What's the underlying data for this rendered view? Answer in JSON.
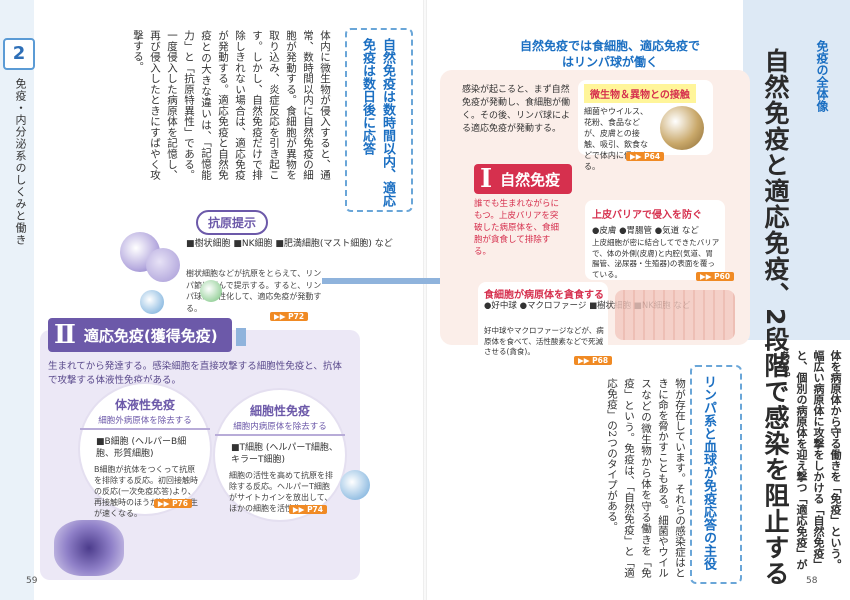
{
  "left": {
    "chapter_num": "2",
    "chapter_title": "免疫・内分泌系のしくみと働き",
    "page_number": "59",
    "body_text": "体内に微生物が侵入すると、通常、数時間以内に自然免疫の細胞が発動する。食細胞が異物を取り込み、炎症反応を引き起こす。しかし、自然免疫だけで排除しきれない場合は、適応免疫が発動する。適応免疫と自然免疫との大きな違いは、「記憶能力」と「抗原特異性」である。一度侵入した病原体を記憶し、再び侵入したときにすばやく攻撃する。",
    "callout_title": "自然免疫は数時間以内、適応免疫は数日後に応答",
    "antigen": {
      "title": "抗原提示",
      "cells": "■樹状細胞 ■NK細胞 ■肥満細胞(マスト細胞) など",
      "desc": "樹状細胞などが抗原をとらえて、リンパ節に運んで提示する。すると、リンパ球が活性化して、適応免疫が発動する。",
      "ref": "P72"
    },
    "adaptive": {
      "label": "適応免疫(獲得免疫)",
      "roman": "Ⅱ",
      "desc": "生まれてから発達する。感染細胞を直接攻撃する細胞性免疫と、抗体で攻撃する体液性免疫がある。",
      "humoral": {
        "title": "体液性免疫",
        "sub": "細胞外病原体を除去する",
        "cells": "■B細胞 (ヘルパーB細胞、形質細胞)",
        "desc": "B細胞が抗体をつくって抗原を排除する反応。初回接触時の反応(一次免疫応答)より、再接触時のほうが抗体の産生が速くなる。",
        "ref": "P76"
      },
      "cellular": {
        "title": "細胞性免疫",
        "sub": "細胞内病原体を除去する",
        "cells": "■T細胞 (ヘルパーT細胞、キラーT細胞)",
        "desc": "細胞の活性を高めて抗原を排除する反応。ヘルパーT細胞がサイトカインを放出して、ほかの細胞を活性化する。",
        "ref": "P74"
      }
    }
  },
  "right": {
    "page_number": "58",
    "subtitle": "免疫の全体像",
    "main_title": "自然免疫と適応免疫、2段階で感染を阻止する",
    "intro": "体を病原体から守る働きを「免疫」という。幅広い病原体に攻撃をしかける「自然免疫」と、個別の病原体を迎え撃つ「適応免疫」がある。",
    "body_text": "私たちが生きている環境には、多くの微生物が存在しています。それらの感染症はときに命を脅かすこともある。細菌やウイルスなどの微生物から体を守る働きを「免疫」という。免疫は、「自然免疫」と「適応免疫」の2つのタイプがある。",
    "callout_title": "リンパ系と血球が免疫応答の主役",
    "cause": {
      "top_label": "自然免疫では食細胞、適応免疫ではリンパ球が働く",
      "lead": "感染が起こると、まず自然免疫が発動し、食細胞が働く。その後、リンパ球による適応免疫が発動する。",
      "contact_title": "微生物＆異物との接触",
      "contact_desc": "細菌やウイルス、花粉、食品などが、皮膚との接触、吸引、飲食などで体内に侵入する。",
      "contact_ref": "P64"
    },
    "innate": {
      "roman": "Ⅰ",
      "label": "自然免疫",
      "desc": "誰でも生まれながらにもつ。上皮バリアを突破した病原体を、食細胞が貪食して排除する。",
      "barrier_title": "上皮バリアで侵入を防ぐ",
      "barrier_items": "●皮膚 ●胃腸管 ●気道 など",
      "barrier_desc": "上皮細胞が密に結合してできたバリアで、体の外側(皮膚)と内腔(気道、胃腸管、泌尿器・生殖器)の表面を覆っている。",
      "barrier_ref": "P60",
      "phago_title": "食細胞が病原体を貪食する",
      "phago_items": "●好中球 ●マクロファージ ■樹状細胞 ■NK細胞 など",
      "phago_desc": "好中球やマクロファージなどが、病原体を食べて、活性酸素などで死滅させる(貪食)。",
      "phago_ref": "P68"
    }
  },
  "colors": {
    "blue": "#1b6fc2",
    "purple": "#6c59a9",
    "red": "#d6304e",
    "orange": "#f08a24"
  }
}
